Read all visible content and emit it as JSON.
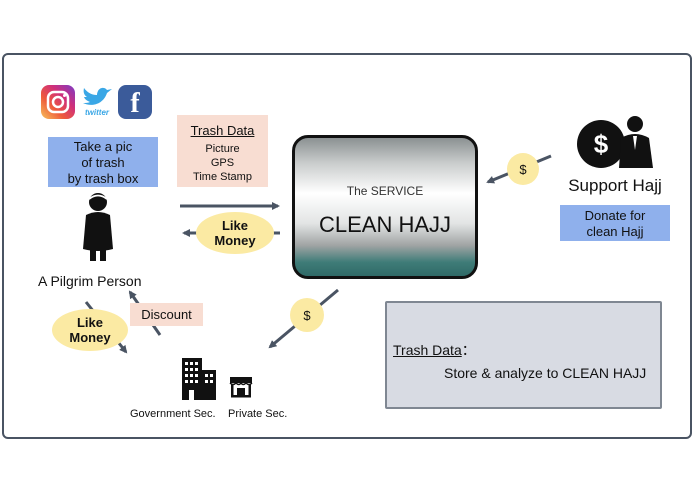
{
  "social": {
    "twitter_word": "twitter",
    "facebook_letter": "f"
  },
  "pilgrim": {
    "instruction_lines": [
      "Take a pic",
      "of trash",
      "by trash box"
    ],
    "label": "A Pilgrim Person"
  },
  "trash_data": {
    "title": "Trash Data",
    "fields": [
      "Picture",
      "GPS",
      "Time Stamp"
    ]
  },
  "service": {
    "subtitle": "The SERVICE",
    "title": "CLEAN HAJJ"
  },
  "reward_oval": {
    "lines": [
      "Like",
      "Money"
    ]
  },
  "reward_oval_bottom": {
    "lines": [
      "Like",
      "Money"
    ]
  },
  "discount_label": "Discount",
  "coin_symbol": "$",
  "supporter": {
    "title": "Support Hajj",
    "icon_symbol": "$",
    "donate_lines": [
      "Donate for",
      "clean Hajj"
    ]
  },
  "sectors": {
    "government": "Government Sec.",
    "private": "Private Sec."
  },
  "note": {
    "title": "Trash Data",
    "colon": "：",
    "body": "Store & analyze to CLEAN HAJJ"
  },
  "colors": {
    "arrow": "#4a5463",
    "blue_box": "#8fb0ec",
    "pink_box": "#f8ddd2",
    "yellow": "#fbeaa3",
    "note_bg": "#d8dbe3"
  }
}
